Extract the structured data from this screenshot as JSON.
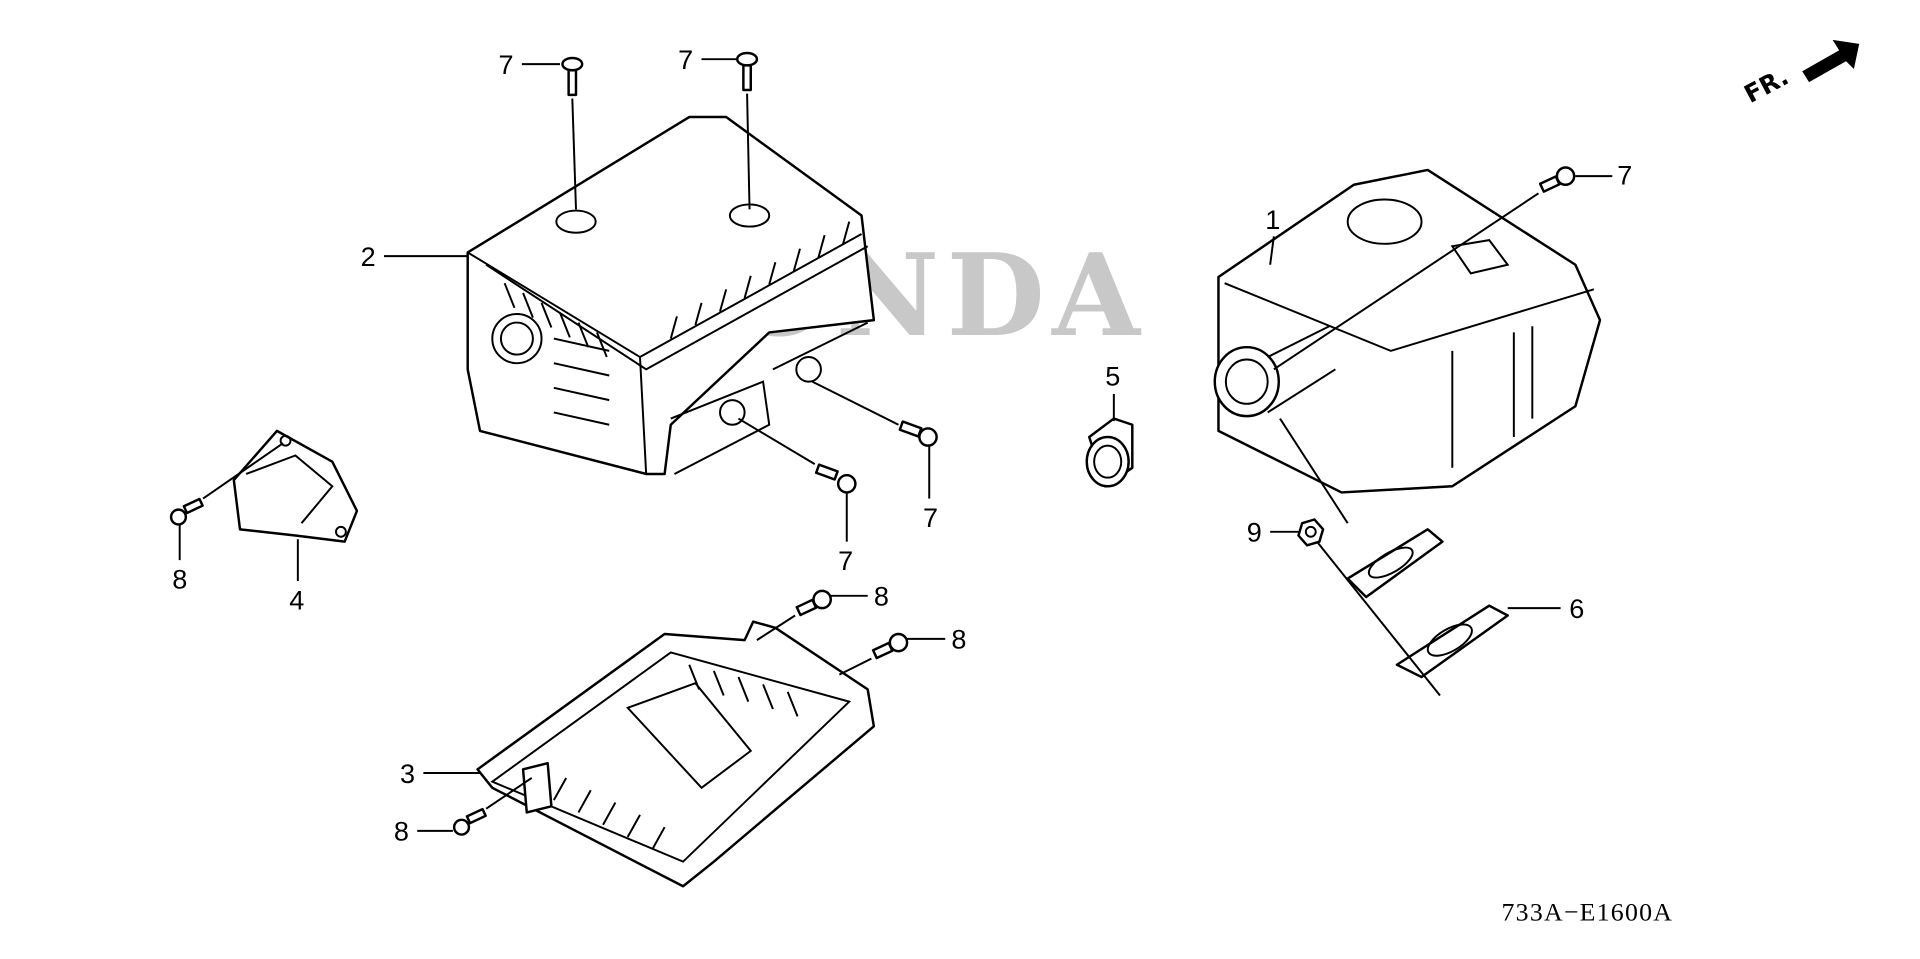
{
  "diagram": {
    "drawing_code": "733A−E1600A",
    "direction_indicator": "FR.",
    "watermark": "HONDA",
    "callouts": {
      "screw_top_left": "7",
      "screw_top_center": "7",
      "muffler_protector": "2",
      "screw_right": "7",
      "muffler": "1",
      "muffler_gasket": "5",
      "screw_protector_right": "7",
      "screw_protector_bottom": "7",
      "screw_deflector": "8",
      "exhaust_deflector": "4",
      "nut": "9",
      "exhaust_gasket": "6",
      "screw_guard_top": "8",
      "screw_guard_right": "8",
      "muffler_guard": "3",
      "screw_guard_left": "8"
    }
  }
}
